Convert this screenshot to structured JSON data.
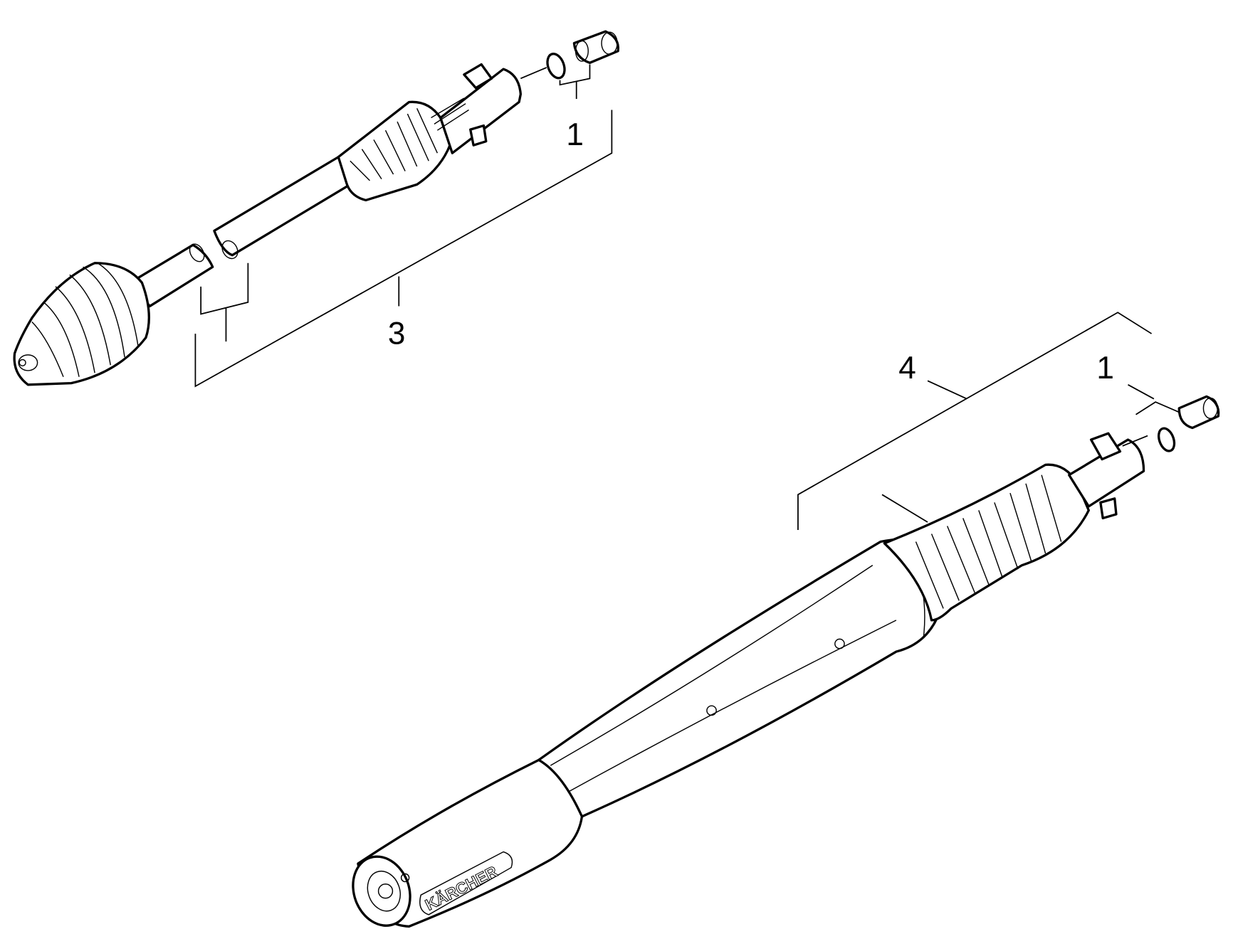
{
  "diagram": {
    "callouts": {
      "upper_seal_label": "1",
      "spray_lance_label": "3",
      "handle_lance_label": "4",
      "lower_seal_label": "1"
    },
    "logo_text": "KÄRCHER"
  }
}
